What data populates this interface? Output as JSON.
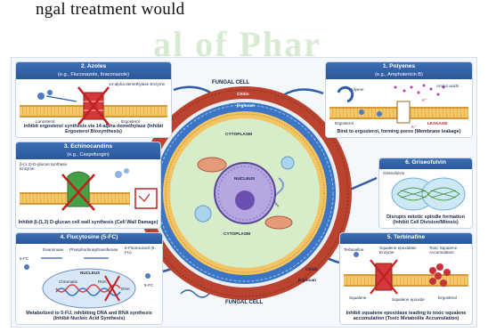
{
  "page": {
    "top_text": "ngal treatment would",
    "watermark": "al of Phar"
  },
  "cell": {
    "title_top": "FUNGAL CELL",
    "title_bottom": "FUNGAL CELL",
    "chitin_top": "Chitin",
    "glucan_top": "β-glucan",
    "cytoplasm_top": "CYTOPLASM",
    "nucleus": "NUCLEUS",
    "cytoplasm_bottom": "CYTOPLASM",
    "chitin_bottom": "Chitin",
    "glucan_bottom": "β-glucan"
  },
  "panels": {
    "azoles": {
      "title": "2. Azoles",
      "subtitle": "(e.g., Fluconazole, Itraconazole)",
      "enzyme": "14-alpha demethylase Enzyme",
      "lanosterol": "Lanosterol",
      "ergosterol": "Ergosterol",
      "caption": "Inhibit ergosterol synthesis via 14-alpha demethylase (Inhibit Ergosterol Biosynthesis)"
    },
    "echinocandins": {
      "title": "3. Echinocandins",
      "subtitle": "(e.g., Caspofungin)",
      "enzyme": "β-(1,3)-D-glucan synthase Enzyme",
      "caption": "Inhibit β-(1,3) D-glucan cell wall synthesis (Cell Wall Damage)"
    },
    "flucytosine": {
      "title": "4. Flucytosine (5-FC)",
      "deaminase": "Deaminase",
      "phospho": "Phosphoribosyltransferase",
      "fu": "5-Fluorouracil (5-FU)",
      "fc_left": "5-FC",
      "fc_right": "5-FC",
      "nucleus": "NUCLEUS",
      "chromatin": "Chromatin",
      "rna": "RNA",
      "dna": "DNA",
      "caption": "Metabolized to 5-FU, inhibiting DNA and RNA synthesis (Inhibit Nucleic Acid Synthesis)"
    },
    "polyenes": {
      "title": "1. Polyenes",
      "subtitle": "(e.g., Amphotericin B)",
      "polyene": "Polyene",
      "amino": "Amino acids",
      "k1": "K⁺",
      "k2": "K⁺",
      "ergosterol": "Ergosterol",
      "leakage": "LEAKAGE",
      "caption": "Bind to ergosterol, forming pores (Membrane leakage)"
    },
    "griseofulvin": {
      "title": "6. Griseofulvin",
      "drug": "Griseofulvin",
      "caption": "Disrupts mitotic spindle formation (Inhibit Cell Division/Mitosis)"
    },
    "terbinafine": {
      "title": "5. Terbinafine",
      "drug": "Terbinafine",
      "enzyme": "Squalene epoxidase Enzyme",
      "toxic": "Toxic Squalene Accumulation",
      "squalene": "Squalene",
      "epoxide": "Squalene epoxide",
      "ergosterol": "Ergosterol",
      "caption": "Inhibit squalene epoxidase leading to toxic squalene accumulation (Toxic Metabolite Accumulation)"
    }
  },
  "colors": {
    "header_blue": "#2f5fa8",
    "cell_wall_red": "#b9432e",
    "chitin_blue": "#3b75c4",
    "membrane_yellow": "#f2c463",
    "cytoplasm_green": "#d7ecc8",
    "nucleus_purple": "#7a62b8",
    "enzyme_red": "#d23a3a",
    "enzyme_green": "#46a046"
  }
}
